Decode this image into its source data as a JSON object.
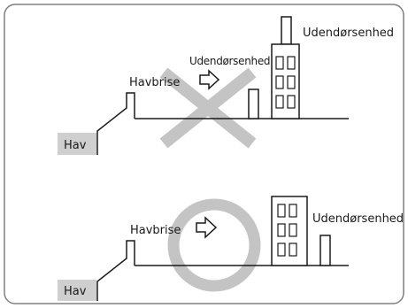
{
  "top_panel": {
    "sea_label": "Hav",
    "breeze_label": "Havbrise",
    "unit_label_mid": "Udendørsenhed",
    "unit_label_right": "Udendørsenhed",
    "verdict": "incorrect",
    "verdict_symbol": "X"
  },
  "bottom_panel": {
    "sea_label": "Hav",
    "breeze_label": "Havbrise",
    "unit_label": "Udendørsenhed",
    "verdict": "correct",
    "verdict_symbol": "O"
  },
  "colors": {
    "frame": "#808080",
    "ink": "#1a1a1a",
    "sea_box": "#cfcfcf",
    "verdict_mark": "#c4c4c4"
  }
}
